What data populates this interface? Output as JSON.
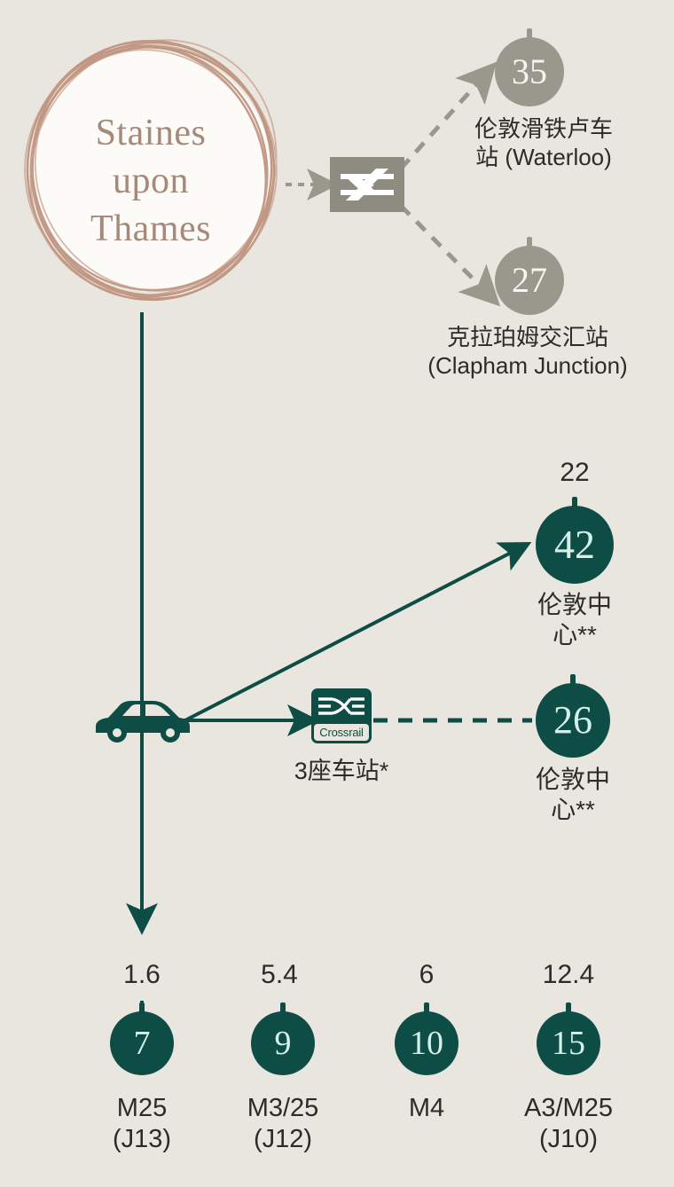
{
  "colors": {
    "background": "#e9e6df",
    "green": "#0d4d45",
    "gray": "#9a978d",
    "rail_gray": "#8e8b80",
    "rose": "#b98a74",
    "logo_text": "#a58a7b",
    "text": "#2b2b28"
  },
  "logo": {
    "name": "Staines upon Thames",
    "line1": "Staines",
    "line2": "upon",
    "line3": "Thames"
  },
  "rail": {
    "icon": "national-rail-icon",
    "destinations": [
      {
        "minutes": "35",
        "label_cn": "伦敦滑铁卢车",
        "label_cn2": "站 (Waterloo)",
        "name": "london-waterloo"
      },
      {
        "minutes": "27",
        "label_cn": "克拉珀姆交汇站",
        "label_cn2": "(Clapham Junction)",
        "name": "clapham-junction"
      }
    ]
  },
  "car": {
    "icon": "car-icon",
    "routes": [
      {
        "distance": "22",
        "minutes": "42",
        "label_cn": "伦敦中",
        "label_cn2": "心**",
        "name": "central-london-by-car"
      }
    ]
  },
  "crossrail": {
    "icon": "crossrail-icon",
    "wordmark": "Crossrail",
    "stations_label": "3座车站*",
    "destination": {
      "minutes": "26",
      "label_cn": "伦敦中",
      "label_cn2": "心**",
      "name": "central-london-by-crossrail"
    }
  },
  "motorways": [
    {
      "distance": "1.6",
      "minutes": "7",
      "road": "M25",
      "junction": "(J13)",
      "name": "m25-j13"
    },
    {
      "distance": "5.4",
      "minutes": "9",
      "road": "M3/25",
      "junction": "(J12)",
      "name": "m3-25-j12"
    },
    {
      "distance": "6",
      "minutes": "10",
      "road": "M4",
      "junction": "",
      "name": "m4"
    },
    {
      "distance": "12.4",
      "minutes": "15",
      "road": "A3/M25",
      "junction": "(J10)",
      "name": "a3-m25-j10"
    }
  ]
}
